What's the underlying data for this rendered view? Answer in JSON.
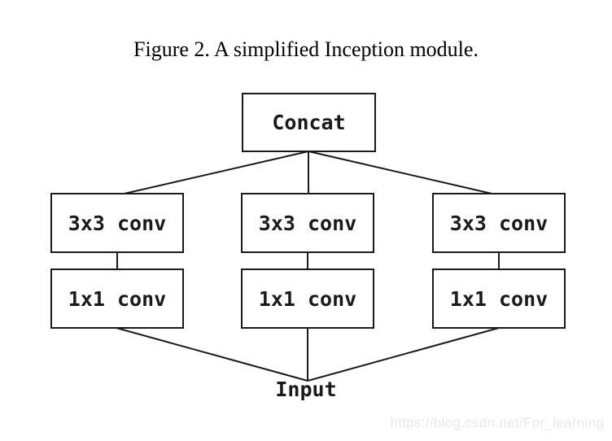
{
  "figure": {
    "caption": "Figure 2. A simplified Inception module."
  },
  "diagram": {
    "concat": {
      "label": "Concat"
    },
    "branches": [
      {
        "conv_top": "3x3 conv",
        "conv_bottom": "1x1 conv"
      },
      {
        "conv_top": "3x3 conv",
        "conv_bottom": "1x1 conv"
      },
      {
        "conv_top": "3x3 conv",
        "conv_bottom": "1x1 conv"
      }
    ],
    "input": {
      "label": "Input"
    }
  },
  "watermark": {
    "text": "https://blog.csdn.net/For_learning"
  },
  "colors": {
    "background": "#ffffff",
    "line": "#1a1a1a",
    "text": "#000000",
    "watermark": "#e9e9e9"
  }
}
